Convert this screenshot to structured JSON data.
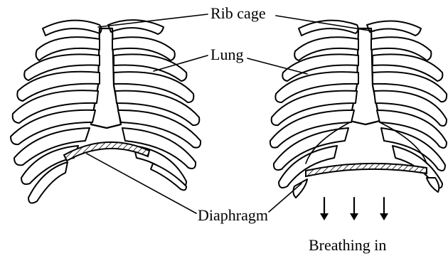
{
  "labels": {
    "rib_cage": "Rib cage",
    "lung": "Lung",
    "diaphragm": "Diaphragm",
    "breathing_in": "Breathing in"
  },
  "colors": {
    "ink": "#000000",
    "background": "#ffffff"
  }
}
